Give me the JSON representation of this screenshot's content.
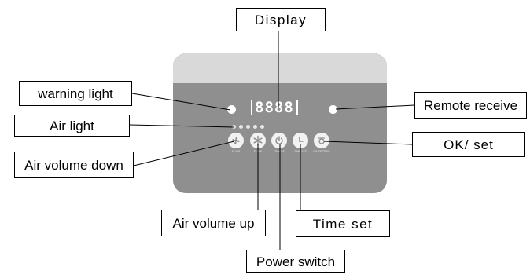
{
  "labels": {
    "display": "Display",
    "warning_light": "warning light",
    "air_light": "Air light",
    "air_volume_down": "Air volume down",
    "remote_receive": "Remote receive",
    "ok_set": "OK/ set",
    "air_volume_up": "Air volume up",
    "time_set": "Time set",
    "power_switch": "Power switch"
  },
  "panel": {
    "display_digits": "8888",
    "button_captions": [
      "FLOW",
      "FLOW",
      "ON/OFF",
      "TIME SET",
      "OK/SETTING"
    ]
  },
  "colors": {
    "panel_body": "#8f8f8f",
    "panel_top": "#d9d9d9",
    "button": "#f2f2f2",
    "lights": "#ffffff"
  }
}
